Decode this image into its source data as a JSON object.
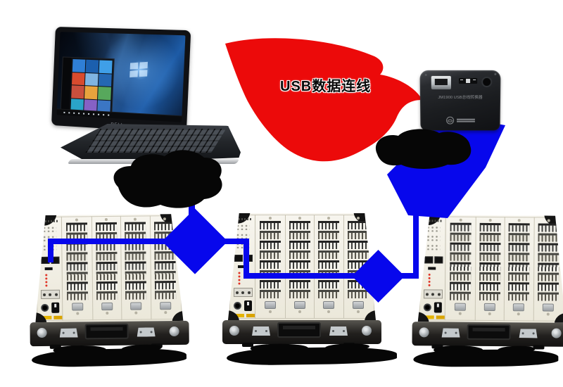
{
  "diagram": {
    "laptop": {
      "brand_label": "DELL",
      "start_tiles": [
        "#2f7fd6",
        "#1b5fae",
        "#3f9fe8",
        "#d84b2e",
        "#7fb4e2",
        "#2467b3",
        "#c94f3d",
        "#e8a33d",
        "#57a85c",
        "#2aa4c9",
        "#8661c5",
        "#3b76c4"
      ]
    },
    "usb_cable_label": {
      "text": "USB数据连线",
      "color": "#0a0a0a"
    },
    "converter": {
      "model_label": "JM1900 USB总线转换器",
      "body_color": "#1d1f23"
    },
    "colors": {
      "arrow_red": "#ec0a0a",
      "link_blue": "#0707ec",
      "blob_black": "#060606",
      "panel_face": "#f0ede2"
    },
    "panels": [
      {
        "name": "instrument-panel-1"
      },
      {
        "name": "instrument-panel-2"
      },
      {
        "name": "instrument-panel-3"
      }
    ],
    "panel_spec": {
      "terminal_columns": 4,
      "rows_per_column": 8
    }
  }
}
